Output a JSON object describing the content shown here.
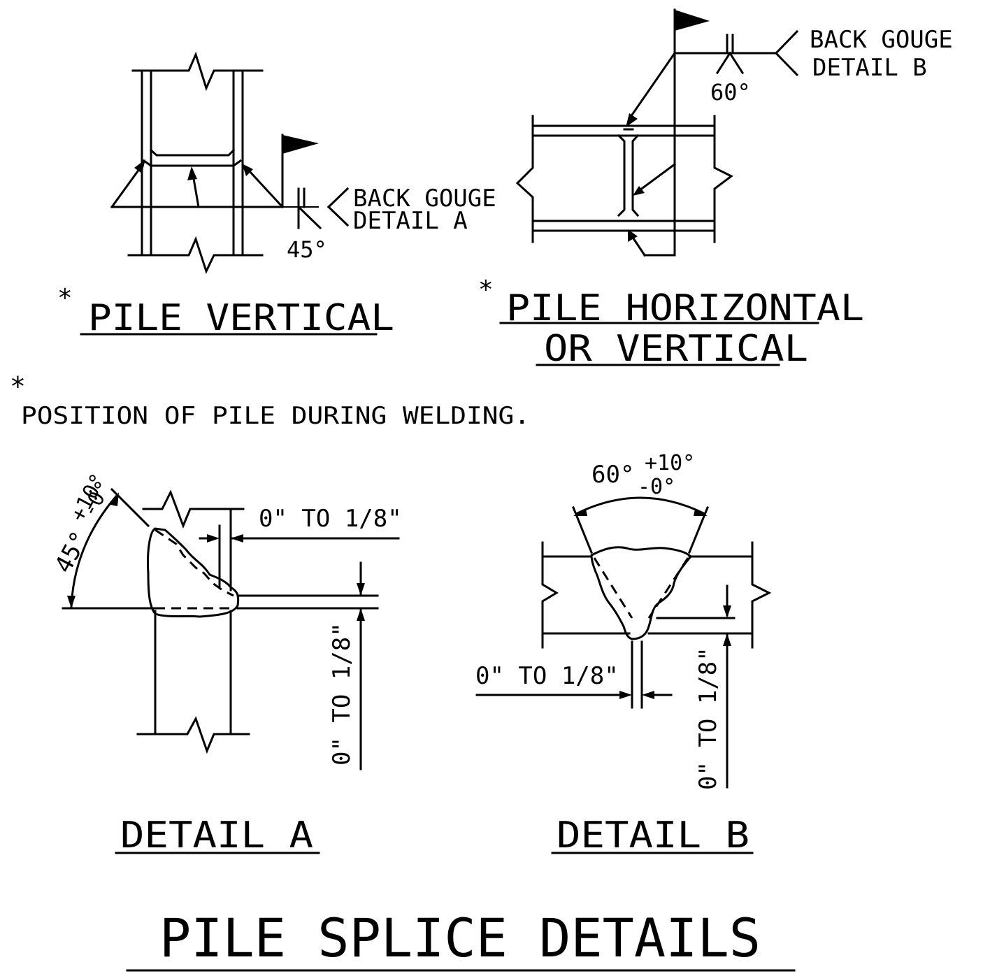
{
  "asterisk": "*",
  "pile_vertical": {
    "title": "PILE VERTICAL",
    "back_gouge_1": "BACK GOUGE",
    "back_gouge_2": "DETAIL A",
    "angle": "45°"
  },
  "pile_horizontal": {
    "title_line1": "PILE HORIZONTAL",
    "title_line2": "OR VERTICAL",
    "back_gouge_1": "BACK GOUGE",
    "back_gouge_2": "DETAIL B",
    "angle": "60°"
  },
  "note": "POSITION OF PILE DURING WELDING.",
  "detail_a": {
    "title": "DETAIL A",
    "angle_main": "45°",
    "angle_plus": "+10°",
    "angle_minus": "-0°",
    "gap_horizontal": "0\" TO 1/8\"",
    "gap_vertical": "0\" TO 1/8\""
  },
  "detail_b": {
    "title": "DETAIL B",
    "angle_main": "60°",
    "angle_plus": "+10°",
    "angle_minus": "-0°",
    "gap_horizontal": "0\" TO 1/8\"",
    "gap_vertical": "0\" TO 1/8\""
  },
  "main_title": "PILE SPLICE DETAILS"
}
